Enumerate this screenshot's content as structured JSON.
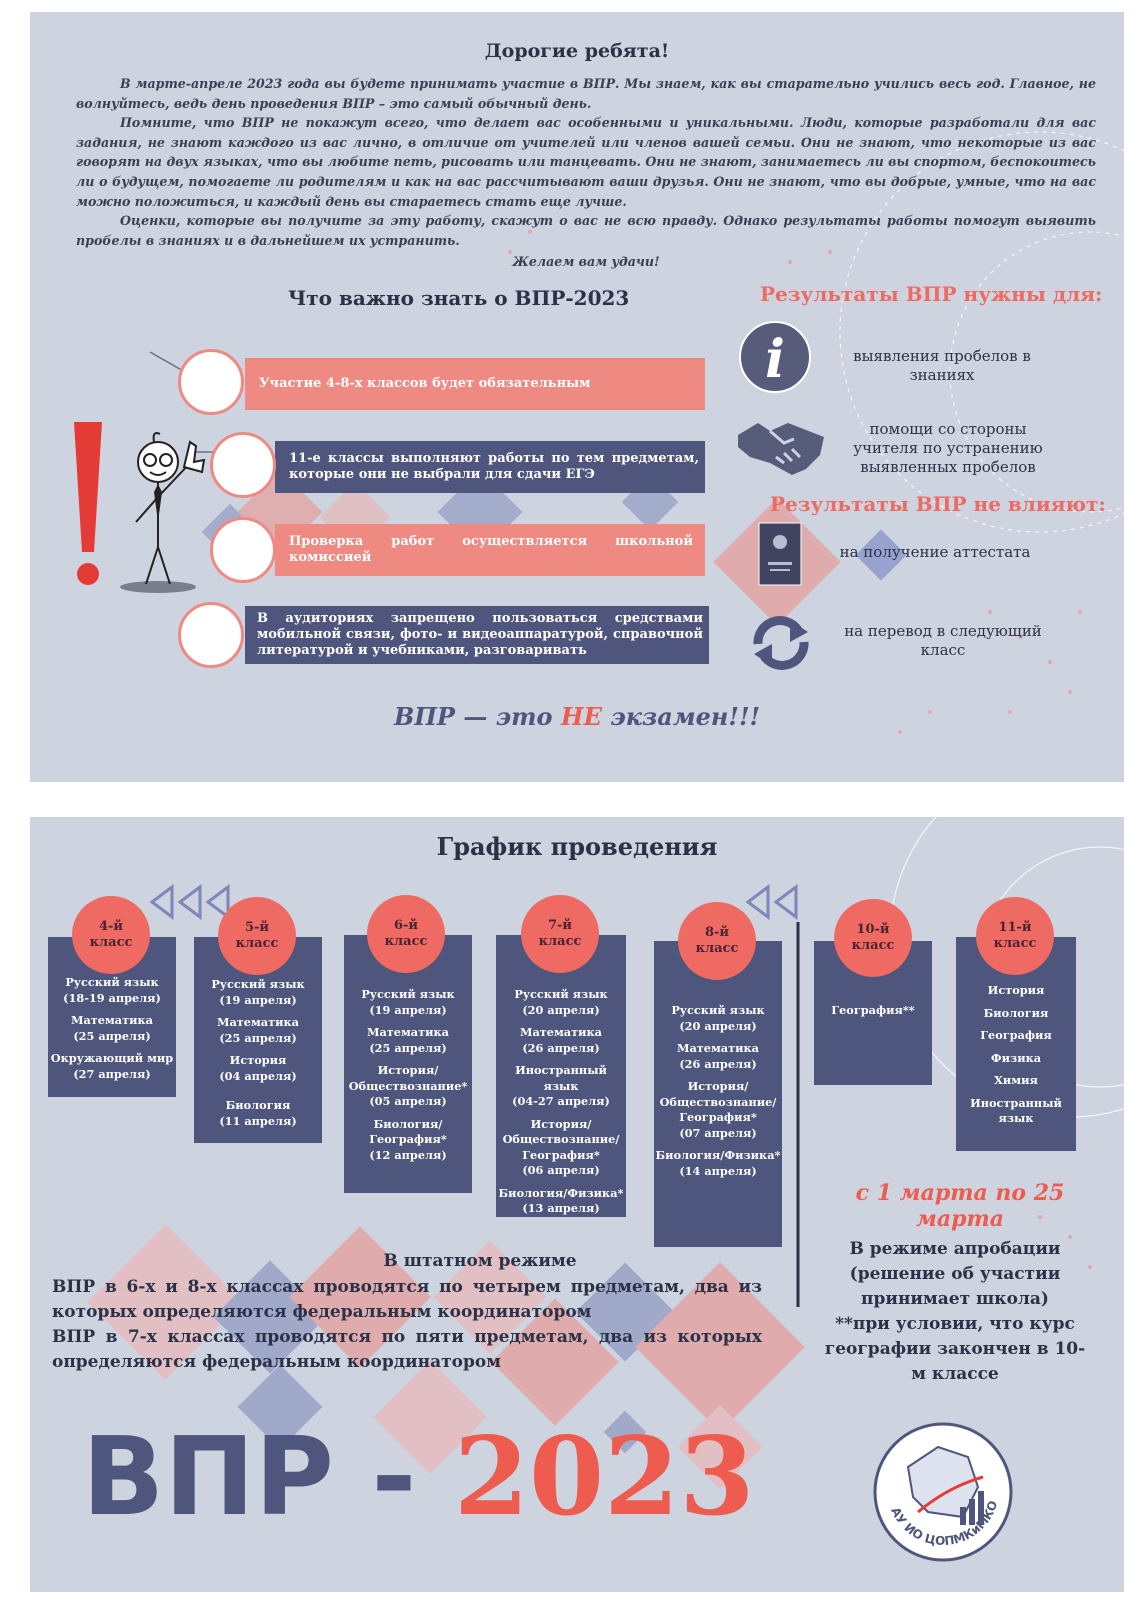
{
  "slide1": {
    "title": "Дорогие ребята!",
    "letter": [
      "В марте-апреле 2023 года вы будете принимать участие в ВПР. Мы знаем, как вы старательно учились весь год. Главное, не волнуйтесь, ведь день проведения ВПР – это самый обычный день.",
      "Помните, что ВПР не покажут всего, что делает вас особенными и уникальными. Люди, которые разработали для вас задания, не знают каждого из вас лично, в отличие от учителей или членов вашей семьи. Они не знают, что некоторые из вас говорят на двух языках, что вы любите петь, рисовать или танцевать. Они не знают, занимаетесь ли вы спортом, беспокоитесь ли о будущем, помогаете ли родителям и как на вас рассчитывают ваши друзья. Они не знают, что вы добрые, умные, что на вас можно положиться, и каждый день вы стараетесь стать еще лучше.",
      "Оценки, которые вы получите за эту работу, скажут о вас не всю правду. Однако результаты работы помогут выявить пробелы в знаниях и в дальнейшем их устранить."
    ],
    "wish": "Желаем вам удачи!",
    "important": {
      "title": "Что важно знать о ВПР-2023",
      "rules": [
        "Участие 4-8-х классов будет обязательным",
        "11-е классы выполняют работы по тем предметам, которые они не выбрали для сдачи ЕГЭ",
        "Проверка работ осуществляется школьной комиссией",
        "В аудиториях запрещено пользоваться средствами мобильной связи, фото- и видеоаппаратурой, справочной литературой и учебниками, разговаривать"
      ]
    },
    "needed": {
      "title": "Результаты ВПР нужны для:",
      "items": [
        {
          "icon": "info-icon",
          "text": "выявления пробелов в знаниях"
        },
        {
          "icon": "handshake-icon",
          "text": "помощи со стороны учителя по устранению выявленных пробелов"
        }
      ]
    },
    "not_affect": {
      "title": "Результаты ВПР не влияют:",
      "items": [
        {
          "icon": "certificate-icon",
          "text": "на получение аттестата"
        },
        {
          "icon": "refresh-cycle-icon",
          "text": "на перевод в следующий класс"
        }
      ]
    },
    "motto": {
      "prefix": "ВПР — это ",
      "highlight": "НЕ",
      "suffix": " экзамен!!!"
    },
    "colors": {
      "coral": "#ee6a62",
      "navy": "#4f567d",
      "background": "#cdd3df"
    }
  },
  "slide2": {
    "title": "График проведения",
    "grades": [
      {
        "label": "4-й\nкласс",
        "subjects": [
          "Русский язык\n(18-19 апреля)",
          "Математика\n(25 апреля)",
          "Окружающий мир\n(27 апреля)"
        ]
      },
      {
        "label": "5-й\nкласс",
        "subjects": [
          "Русский язык\n(19 апреля)",
          "Математика\n(25 апреля)",
          "История\n(04 апреля)",
          "Биология\n(11 апреля)"
        ]
      },
      {
        "label": "6-й\nкласс",
        "subjects": [
          "Русский язык\n(19 апреля)",
          "Математика\n(25 апреля)",
          "История/\nОбществознание*\n(05 апреля)",
          "Биология/\nГеография*\n(12 апреля)"
        ]
      },
      {
        "label": "7-й\nкласс",
        "subjects": [
          "Русский язык\n(20 апреля)",
          "Математика\n(26 апреля)",
          "Иностранный язык\n(04-27 апреля)",
          "История/\nОбществознание/\nГеография*\n(06 апреля)",
          "Биология/Физика*\n(13 апреля)"
        ]
      },
      {
        "label": "8-й\nкласс",
        "subjects": [
          "Русский язык\n(20 апреля)",
          "Математика\n(26 апреля)",
          "История/\nОбществознание/\nГеография*\n(07 апреля)",
          "Биология/Физика*\n(14 апреля)"
        ]
      },
      {
        "label": "10-й\nкласс",
        "subjects": [
          "География**"
        ]
      },
      {
        "label": "11-й\nкласс",
        "subjects": [
          "История",
          "Биология",
          "География",
          "Физика",
          "Химия",
          "Иностранный\nязык"
        ]
      }
    ],
    "period": "с 1 марта по 25 марта",
    "regular": {
      "title": "В штатном режиме",
      "lines": [
        "ВПР в 6-х и 8-х классах проводятся по четырем предметам, два из которых определяются федеральным координатором",
        "ВПР в 7-х классах проводятся по пяти предметам, два из которых определяются федеральным координатором"
      ]
    },
    "pilot": {
      "title": "В режиме апробации (решение об участии принимает школа)",
      "note": "**при условии, что курс географии закончен в 10-м классе"
    },
    "big_logo": {
      "vpr": "ВПР",
      "dash": " - ",
      "year": "2023"
    },
    "emblem_text": "ГАУ ИО ЦОПМКиМКО"
  }
}
